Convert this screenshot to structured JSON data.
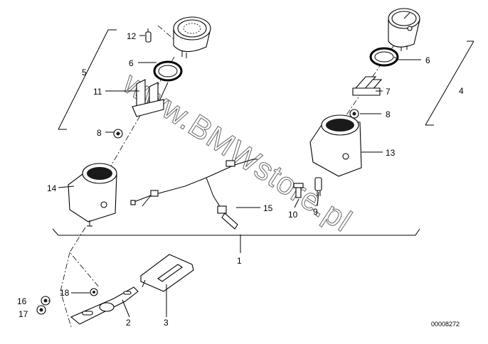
{
  "diagram": {
    "callouts": {
      "c1": "1",
      "c2": "2",
      "c3": "3",
      "c4": "4",
      "c5": "5",
      "c6a": "6",
      "c6b": "6",
      "c7": "7",
      "c8a": "8",
      "c8b": "8",
      "c9": "9",
      "c10": "10",
      "c11": "11",
      "c12": "12",
      "c13": "13",
      "c14": "14",
      "c15": "15",
      "c16": "16",
      "c17": "17",
      "c18": "18"
    },
    "watermark": "www.BMWstore.pl",
    "ref_number": "00008272"
  }
}
